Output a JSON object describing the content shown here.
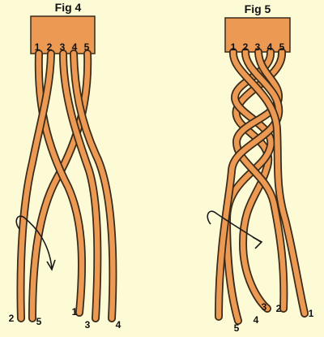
{
  "colors": {
    "background": "#fdfbd6",
    "leather": "#ec9a53",
    "outline": "#3a2a18",
    "ink": "#111111"
  },
  "figures": [
    {
      "title": "Fig 4",
      "top_labels": [
        "1",
        "2",
        "3",
        "4",
        "5"
      ],
      "end_labels": [
        "2",
        "5",
        "1",
        "3",
        "4"
      ]
    },
    {
      "title": "Fig 5",
      "top_labels": [
        "1",
        "2",
        "3",
        "4",
        "5"
      ],
      "end_labels": [
        "5",
        "4",
        "3",
        "2",
        "1"
      ]
    }
  ]
}
